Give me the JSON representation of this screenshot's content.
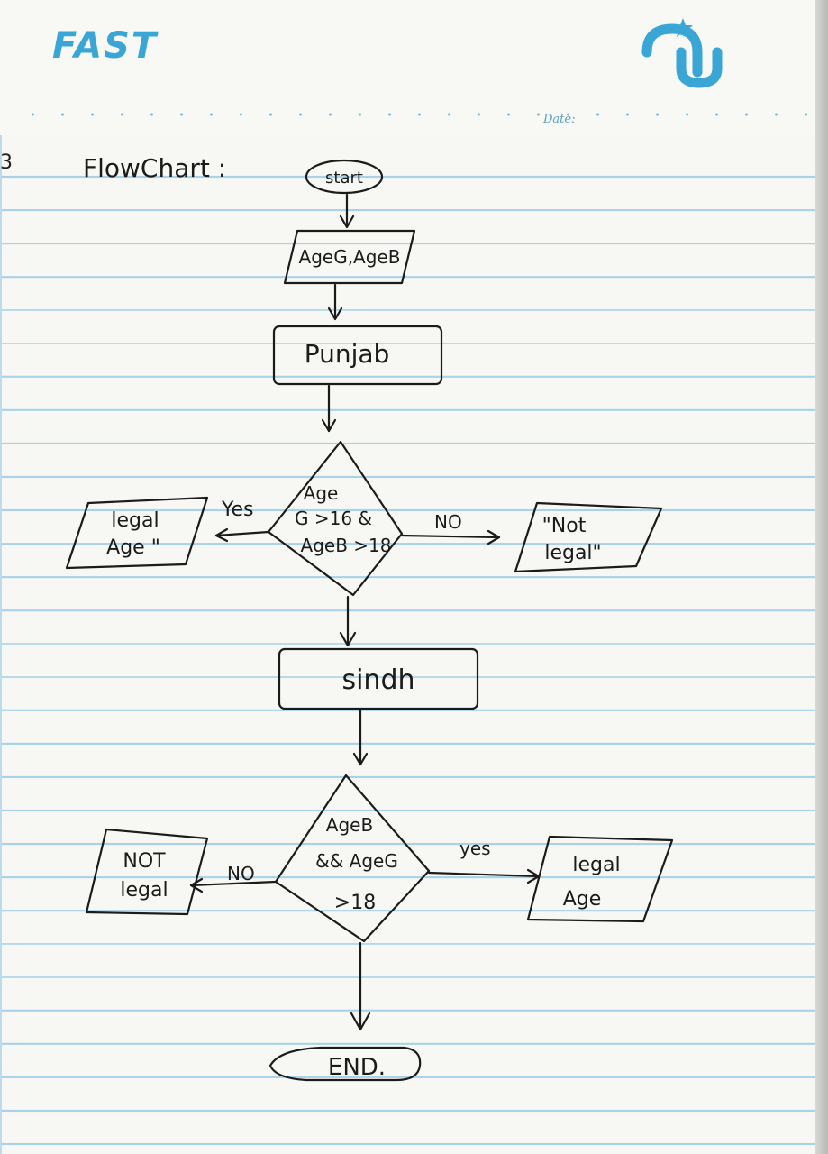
{
  "header": {
    "logo_left": "FAST",
    "date_label": "Date:"
  },
  "question_number": "3",
  "heading": "FlowChart :",
  "flowchart": {
    "start": "start",
    "input": "AgeG,AgeB",
    "process_1": "Punjab",
    "decision_1": [
      "Age",
      "G >16 &",
      "AgeB >18"
    ],
    "decision_1_yes": "Yes",
    "decision_1_no": "NO",
    "output_1_yes": [
      "legal",
      "Age \""
    ],
    "output_1_no": [
      "\"Not",
      "legal\""
    ],
    "process_2": "sindh",
    "decision_2": [
      "AgeB",
      "&& AgeG",
      ">18"
    ],
    "decision_2_yes": "yes",
    "decision_2_no": "NO",
    "output_2_no": [
      "NOT",
      "legal"
    ],
    "output_2_yes": [
      "legal",
      "Age"
    ],
    "end": "END."
  }
}
